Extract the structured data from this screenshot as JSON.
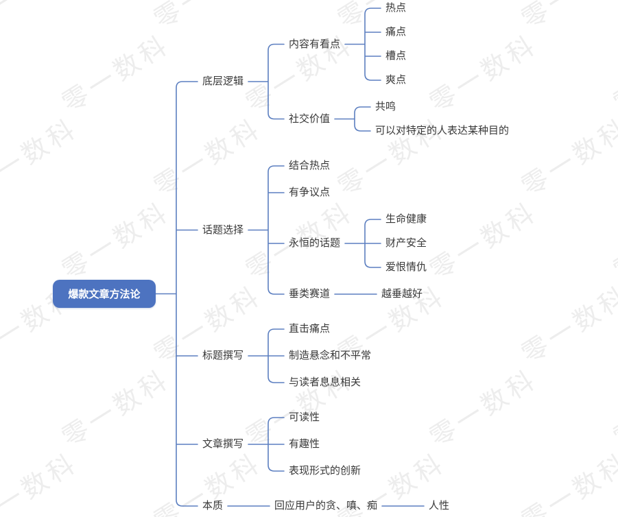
{
  "watermark": {
    "text": "零一数科",
    "color": "#ededed",
    "rotation_deg": -32
  },
  "colors": {
    "root_background": "#4d73c0",
    "root_text": "#ffffff",
    "connector_line": "#5c7fc0",
    "node_text": "#383838",
    "canvas_background": "#ffffff"
  },
  "mindmap": {
    "root": {
      "label": "爆款文章方法论",
      "children": [
        {
          "label": "底层逻辑",
          "children": [
            {
              "label": "内容有看点",
              "children": [
                {
                  "label": "热点"
                },
                {
                  "label": "痛点"
                },
                {
                  "label": "槽点"
                },
                {
                  "label": "爽点"
                }
              ]
            },
            {
              "label": "社交价值",
              "children": [
                {
                  "label": "共鸣"
                },
                {
                  "label": "可以对特定的人表达某种目的"
                }
              ]
            }
          ]
        },
        {
          "label": "话题选择",
          "children": [
            {
              "label": "结合热点"
            },
            {
              "label": "有争议点"
            },
            {
              "label": "永恒的话题",
              "children": [
                {
                  "label": "生命健康"
                },
                {
                  "label": "财产安全"
                },
                {
                  "label": "爱恨情仇"
                }
              ]
            },
            {
              "label": "垂类赛道",
              "children": [
                {
                  "label": "越垂越好"
                }
              ]
            }
          ]
        },
        {
          "label": "标题撰写",
          "children": [
            {
              "label": "直击痛点"
            },
            {
              "label": "制造悬念和不平常"
            },
            {
              "label": "与读者息息相关"
            }
          ]
        },
        {
          "label": "文章撰写",
          "children": [
            {
              "label": "可读性"
            },
            {
              "label": "有趣性"
            },
            {
              "label": "表现形式的创新"
            }
          ]
        },
        {
          "label": "本质",
          "children": [
            {
              "label": "回应用户的贪、嗔、痴",
              "children": [
                {
                  "label": "人性"
                }
              ]
            }
          ]
        }
      ]
    }
  }
}
